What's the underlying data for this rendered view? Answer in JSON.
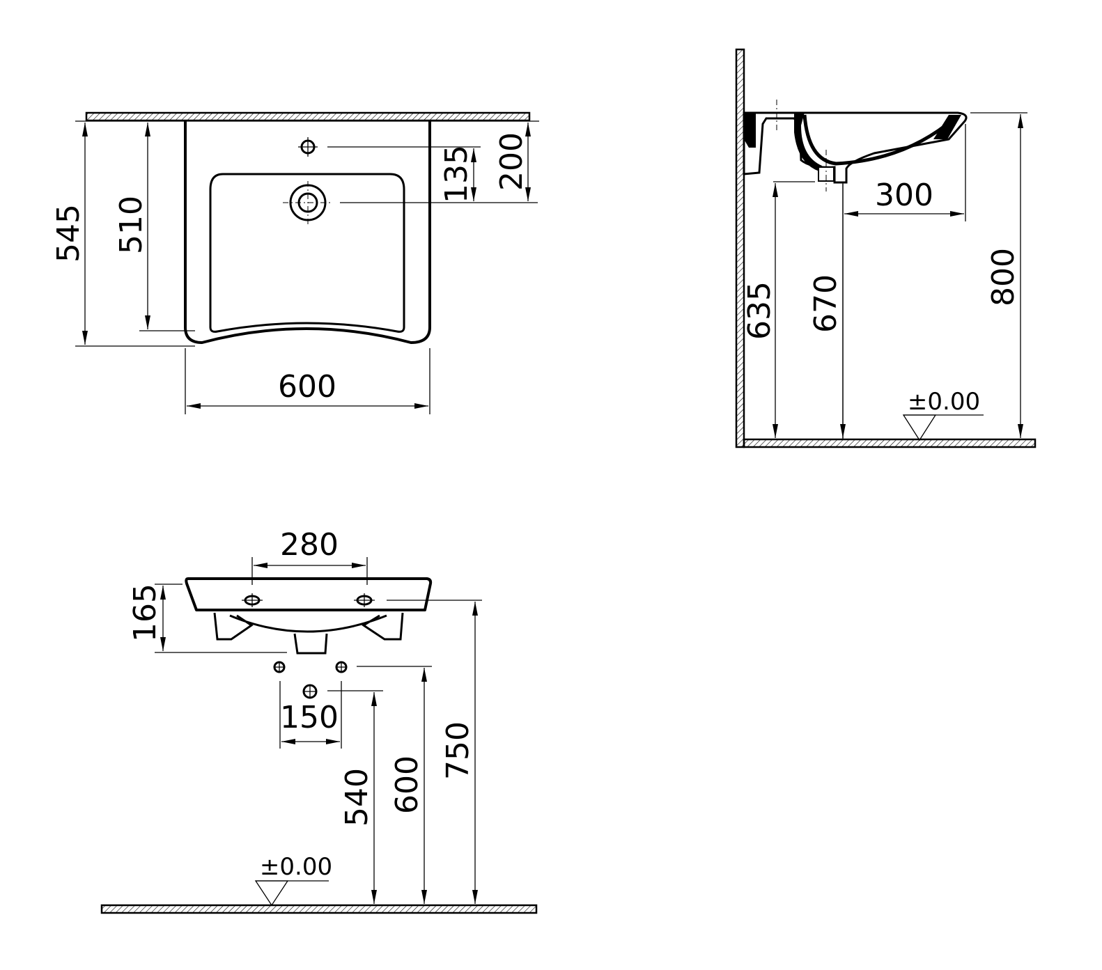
{
  "drawing": {
    "subject": "Washbasin technical drawing",
    "units": "mm"
  },
  "top_view": {
    "dimensions": {
      "overall_depth": "545",
      "bowl_depth": "510",
      "tap_hole_to_drain": "135",
      "wall_to_drain": "200",
      "width": "600"
    }
  },
  "side_view": {
    "dimensions": {
      "drain_to_front": "300",
      "bracket_height": "635",
      "drain_height": "670",
      "rim_height": "800"
    },
    "level_label": "±0.00"
  },
  "front_view": {
    "dimensions": {
      "fixing_hole_spacing": "280",
      "basin_height": "165",
      "supply_spacing": "150",
      "waste_height": "540",
      "supply_height": "600",
      "fixing_height": "750"
    },
    "level_label": "±0.00"
  }
}
